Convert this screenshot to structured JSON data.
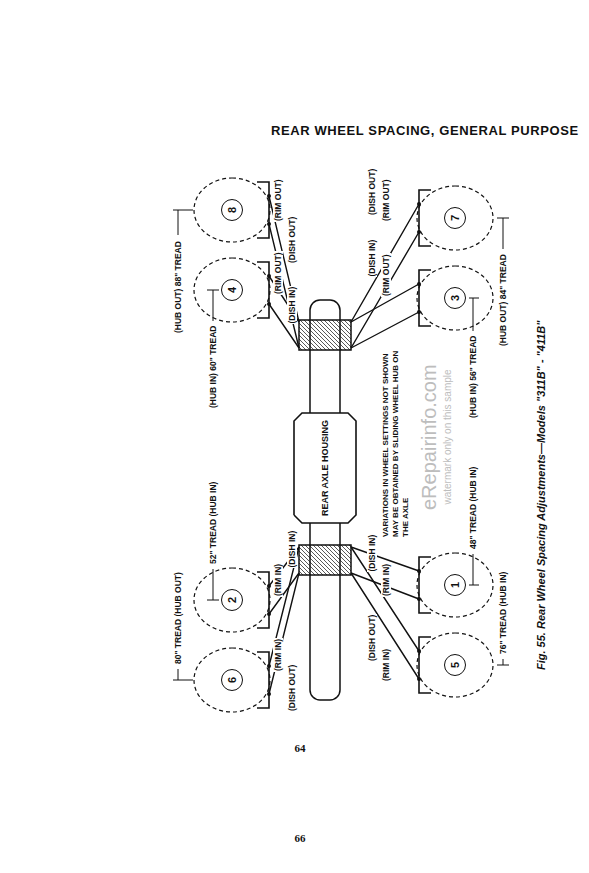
{
  "diagram": {
    "title": "REAR WHEEL SPACING, GENERAL PURPOSE",
    "caption": "Fig. 55. Rear Wheel Spacing Adjustments—Models \"311B\" - \"411B\"",
    "nodes": [
      {
        "text": [
          "8"
        ]
      },
      {
        "text": [
          "4"
        ]
      },
      {
        "text": [
          "7"
        ]
      },
      {
        "text": [
          "3"
        ]
      },
      {
        "text": [
          "REAR AXLE HOUSING"
        ]
      },
      {
        "text": [
          "2"
        ]
      },
      {
        "text": [
          "6"
        ]
      },
      {
        "text": [
          "1"
        ]
      },
      {
        "text": [
          "5"
        ]
      }
    ],
    "labels": [
      "(HUB OUT) 88\" TREAD",
      "(HUB IN) 60\" TREAD",
      "(RIM OUT)",
      "(DISH OUT)",
      "(RIM OUT)",
      "(DISH IN)",
      "(DISH OUT)",
      "(RIM OUT)",
      "(HUB OUT) 84\" TREAD",
      "(DISH IN)",
      "(RIM OUT)",
      "(HUB IN) 56\" TREAD",
      "VARIATIONS IN WHEEL SETTINGS NOT SHOWN MAY BE OBTAINED BY SLIDING WHEEL HUB ON THE AXLE",
      "eRepairinfo.com",
      "watermark only on this sample",
      "52\" TREAD (HUB IN)",
      "(RIM IN)",
      "(DISH IN)",
      "80\" TREAD (HUB OUT)",
      "(RIM IN)",
      "(DISH OUT)",
      "(DISH IN)",
      "(RIM IN)",
      "48\" TREAD (HUB IN)",
      "(DISH OUT)",
      "(RIM IN)",
      "76\" TREAD (HUB IN)",
      "64",
      "66"
    ]
  }
}
